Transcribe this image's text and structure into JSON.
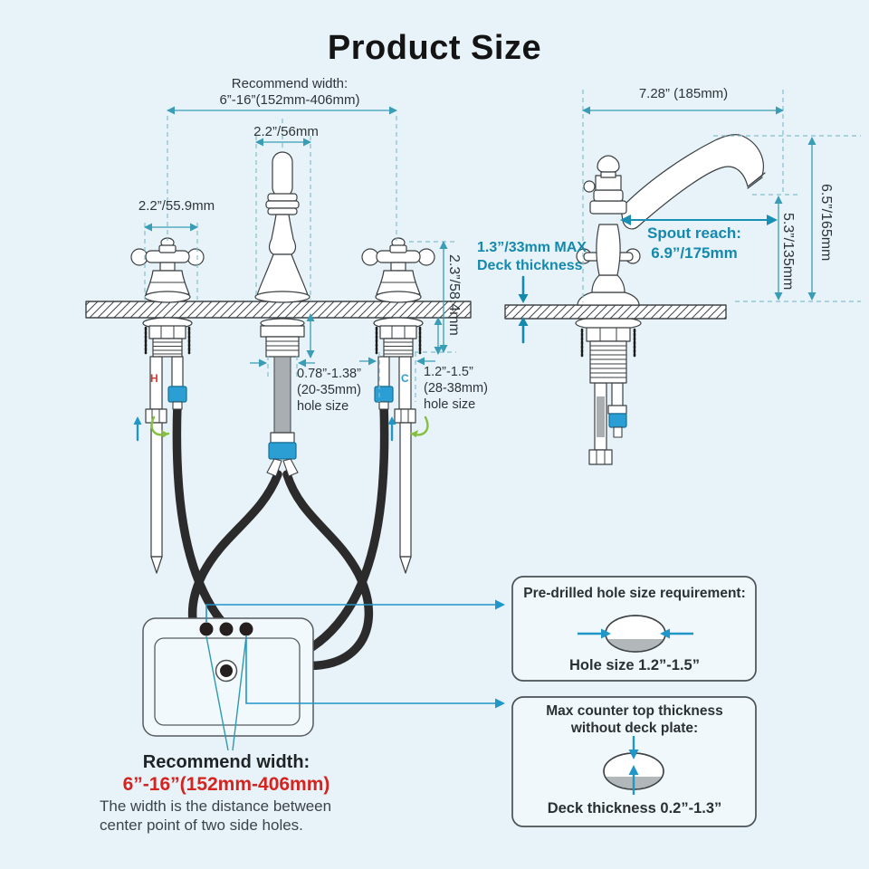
{
  "title": "Product Size",
  "front_view": {
    "recommend_label": "Recommend width:",
    "recommend_value": "6”-16”(152mm-406mm)",
    "spout_width": "2.2”/56mm",
    "handle_width": "2.2”/55.9mm",
    "handle_height": "2.3”/58.4mm",
    "hot": "H",
    "cold": "C",
    "center_hole": {
      "range": "0.78”-1.38”",
      "metric": "(20-35mm)",
      "caption": "hole size"
    },
    "side_hole": {
      "range": "1.2”-1.5”",
      "metric": "(28-38mm)",
      "caption": "hole size"
    }
  },
  "side_view": {
    "width": "7.28” (185mm)",
    "height": "6.5”/165mm",
    "spout_height": "5.3”/135mm",
    "spout_reach": {
      "label": "Spout reach:",
      "value": "6.9”/175mm"
    },
    "deck_max": {
      "line1": "1.3”/33mm MAX",
      "line2": "Deck thickness"
    }
  },
  "sink": {
    "heading": "Recommend width:",
    "range": "6”-16”(152mm-406mm)",
    "note1": "The width is the distance between",
    "note2": "center point of two side holes."
  },
  "callout_hole": {
    "title": "Pre-drilled hole size requirement:",
    "caption": "Hole size 1.2”-1.5”"
  },
  "callout_deck": {
    "title1": "Max counter top thickness",
    "title2": "without deck plate:",
    "caption": "Deck thickness 0.2”-1.3”"
  },
  "colors": {
    "background": "#e7f3f8",
    "dimension": "#3a9db5",
    "accent_teal": "#1489ae",
    "red": "#d42420",
    "connector_blue": "#2b9fd4",
    "hose_black": "#2b2b2b",
    "green_arrow": "#86bf3f"
  }
}
